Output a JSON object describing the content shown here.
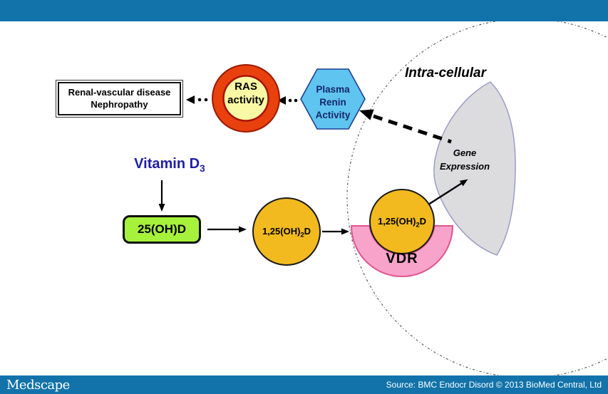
{
  "header": {
    "bar_color": "#1173a9"
  },
  "diagram": {
    "intracellular_label": "Intra-cellular",
    "outcome_box": {
      "line1": "Renal-vascular disease",
      "line2": "Nephropathy"
    },
    "ras_node": {
      "line1": "RAS",
      "line2": "activity"
    },
    "plasma_renin_node": {
      "line1": "Plasma",
      "line2": "Renin",
      "line3": "Activity"
    },
    "gene_expression": {
      "line1": "Gene",
      "line2": "Expression"
    },
    "vitamin_d3": {
      "text": "Vitamin D",
      "sub": "3"
    },
    "calcidiol_box": {
      "label": "25(OH)D"
    },
    "calcitriol": {
      "pre": "1,25(OH)",
      "sub": "2",
      "post": "D"
    },
    "vdr_label": "VDR",
    "colors": {
      "ras_ring": "#e8410e",
      "ras_center": "#f9f9a5",
      "hexagon_fill": "#5fc4ef",
      "calcidiol_fill": "#a6f13b",
      "calcitriol_fill": "#f2ba1e",
      "vdr_fill": "#f8a4ca",
      "nucleus_fill": "#dcdcde"
    }
  },
  "footer": {
    "brand": "Medscape",
    "source": "Source: BMC Endocr Disord © 2013 BioMed Central, Ltd"
  }
}
